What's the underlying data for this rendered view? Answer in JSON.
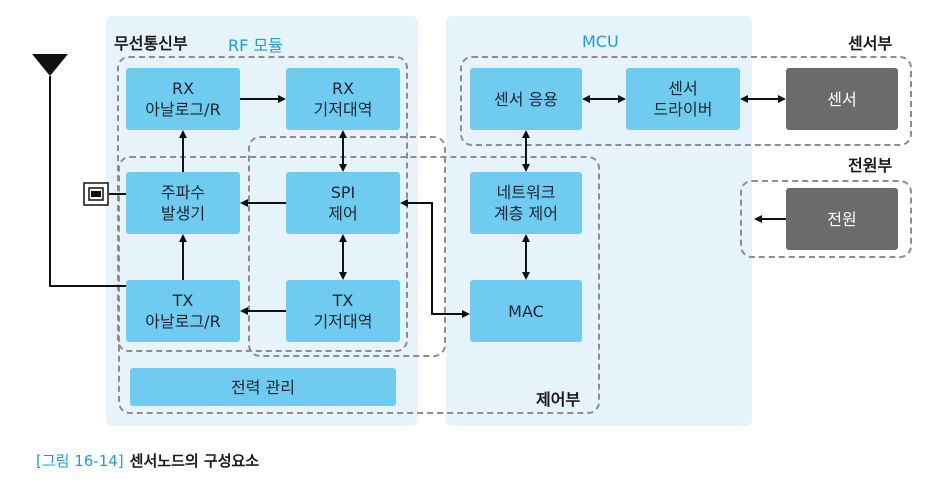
{
  "sections": {
    "wireless": "무선통신부",
    "rf_module": "RF 모듈",
    "mcu": "MCU",
    "sensor_section": "센서부",
    "power_section": "전원부",
    "control_section": "제어부"
  },
  "blocks": {
    "rx_analog": "RX\n아날로그/R",
    "rx_baseband": "RX\n기저대역",
    "freq_gen": "주파수\n발생기",
    "spi": "SPI\n제어",
    "tx_analog": "TX\n아날로그/R",
    "tx_baseband": "TX\n기저대역",
    "power_mgmt": "전력 관리",
    "sensor_app": "센서 응용",
    "sensor_driver": "센서\n드라이버",
    "sensor": "센서",
    "network": "네트워크\n계층 제어",
    "mac": "MAC",
    "power": "전원"
  },
  "caption": {
    "number": "[그림 16-14]",
    "text": "센서노드의 구성요소"
  },
  "colors": {
    "panel": "#e6f3fb",
    "block": "#6fcbef",
    "dark_block": "#6b6b6b",
    "accent": "#1a9fd0"
  }
}
